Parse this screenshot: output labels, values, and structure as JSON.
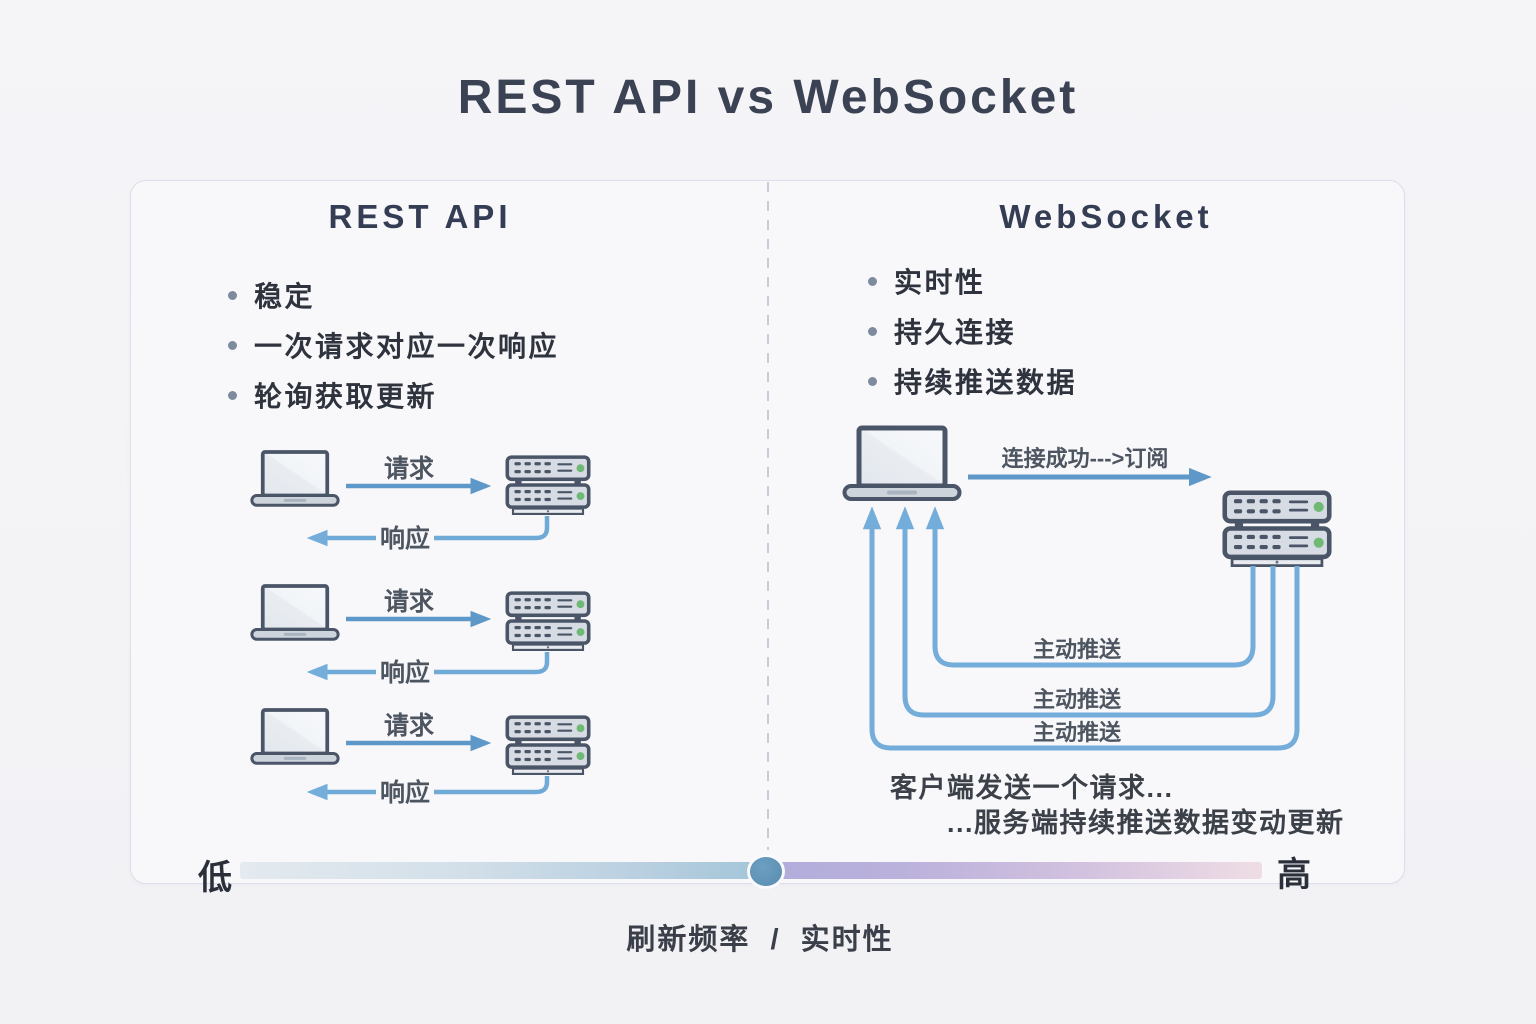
{
  "title": "REST API vs WebSocket",
  "left_panel": {
    "title": "REST API",
    "bullets": [
      "稳定",
      "一次请求对应一次响应",
      "轮询获取更新"
    ],
    "request_label": "请求",
    "response_label": "响应"
  },
  "right_panel": {
    "title": "WebSocket",
    "bullets": [
      "实时性",
      "持久连接",
      "持续推送数据"
    ],
    "connect_label": "连接成功--->订阅",
    "push_label": "主动推送",
    "caption_line1": "客户端发送一个请求...",
    "caption_line2": "...服务端持续推送数据变动更新"
  },
  "scale": {
    "low_label": "低",
    "high_label": "高",
    "caption": "刷新频率  /  实时性"
  },
  "colors": {
    "title_text": "#3a4254",
    "body_text": "#2e333d",
    "request_arrow": "#5e98c8",
    "response_arrow": "#6fa9d6",
    "push_arrow": "#74add9",
    "device_outline": "#4a5568",
    "led_green": "#6fb975",
    "knob_blue": "#5f93b7",
    "bar_left_blue": "#a5c6da",
    "bar_right_purple": "#b1addc",
    "bar_right_pink": "#efdde5"
  }
}
